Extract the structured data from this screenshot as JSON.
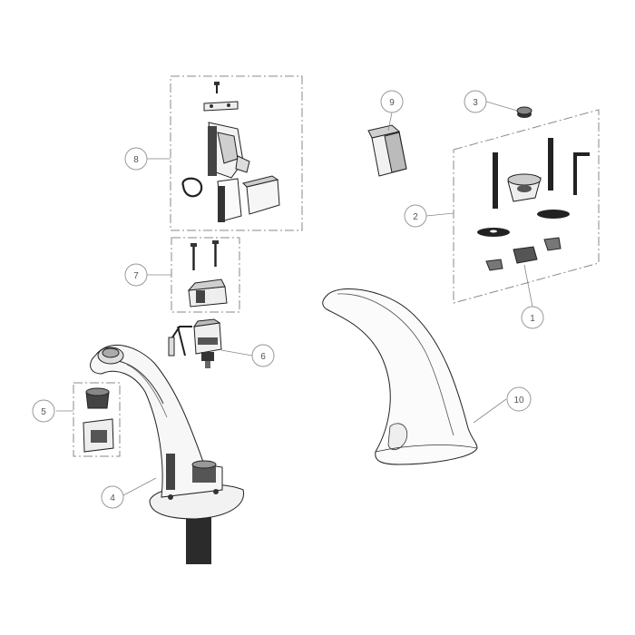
{
  "callouts": [
    {
      "id": "1",
      "label": "1"
    },
    {
      "id": "2",
      "label": "2"
    },
    {
      "id": "3",
      "label": "3"
    },
    {
      "id": "4",
      "label": "4"
    },
    {
      "id": "5",
      "label": "5"
    },
    {
      "id": "6",
      "label": "6"
    },
    {
      "id": "7",
      "label": "7"
    },
    {
      "id": "8",
      "label": "8"
    },
    {
      "id": "9",
      "label": "9"
    },
    {
      "id": "10",
      "label": "10"
    }
  ],
  "colors": {
    "line": "#222222",
    "dash_box": "#8a8a8a",
    "callout_stroke": "#999999",
    "part_dark": "#2b2b2b",
    "part_mid": "#777777",
    "part_light": "#d8d8d8"
  }
}
